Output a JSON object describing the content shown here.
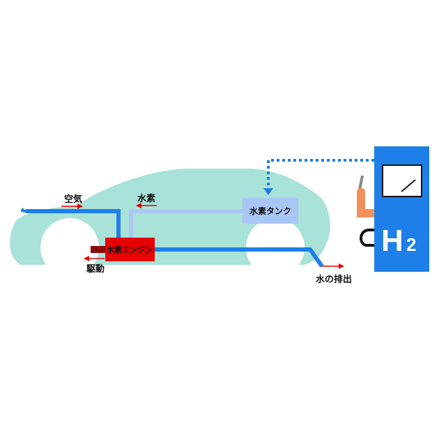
{
  "labels": {
    "air": "空気",
    "hydrogen": "水素",
    "tank": "水素タンク",
    "engine": "水素エンジン",
    "drive": "駆動",
    "water_out": "水の排出"
  },
  "station": {
    "h2_main": "H",
    "h2_sub": "2",
    "icons": [
      "gauge-icon",
      "fuel-nozzle-icon"
    ]
  },
  "colors": {
    "car_body": "#a8e2d8",
    "wheel": "#ffffff",
    "air_line": "#1e7fe8",
    "hydrogen_line": "#a9c6f5",
    "tank_fill": "#a9c6f5",
    "engine_fill": "#e60000",
    "arrow_red": "#e60000",
    "station_blue": "#1e7fe8",
    "nozzle_orange": "#f0905a",
    "drive_shaft": "#8b0a0a"
  }
}
